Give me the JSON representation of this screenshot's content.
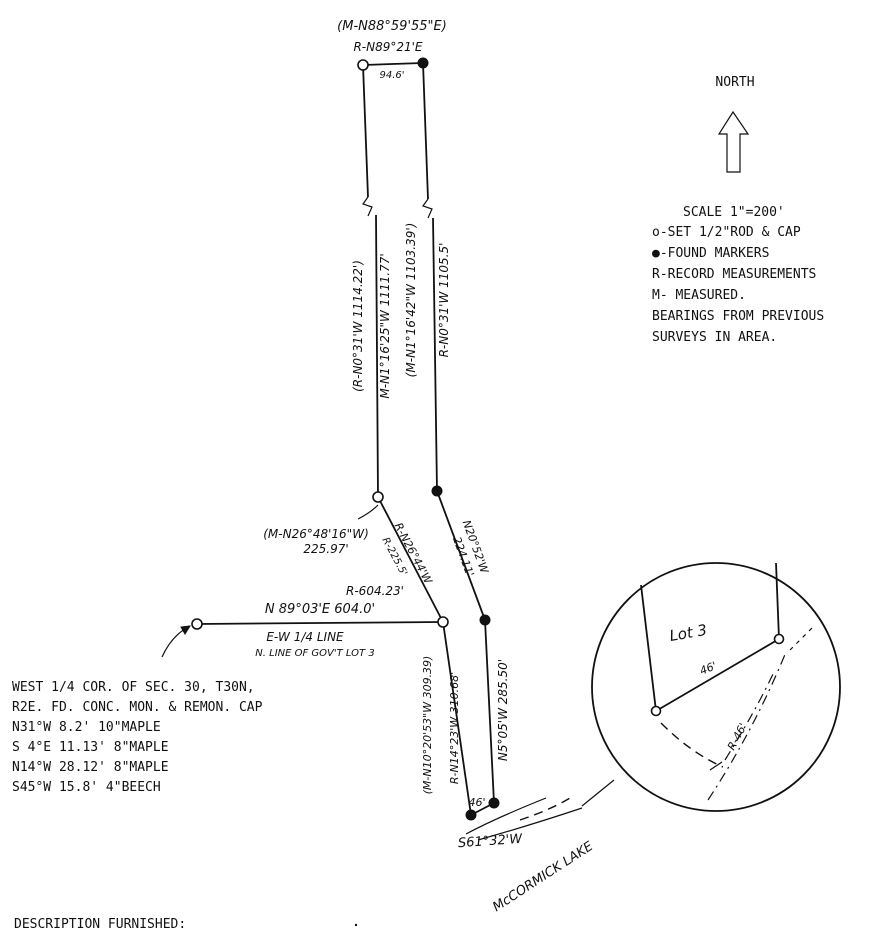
{
  "north": {
    "label": "NORTH",
    "icon": "north-arrow-icon"
  },
  "legend": {
    "scale": "SCALE 1\"=200'",
    "items": [
      "o-SET 1/2\"ROD & CAP",
      "●-FOUND MARKERS",
      "R-RECORD MEASUREMENTS",
      "M- MEASURED.",
      "BEARINGS FROM PREVIOUS",
      "SURVEYS IN AREA."
    ]
  },
  "top": {
    "measured": "(M-N88°59'55\"E)",
    "record": "R-N89°21'E",
    "distance": "94.6'"
  },
  "west_line": {
    "left_paren": "(R-N0°31'W  1114.22')",
    "left_m": "M-N1°16'25\"W  1111.77'",
    "right_paren": "(M-N1°16'42\"W  1103.39')",
    "right_r": "R-N0°31'W  1105.5'"
  },
  "diagonal": {
    "measured": "(M-N26°48'16\"W)",
    "measured_dist": "225.97'",
    "record": "R-N26°44'W",
    "record_dist": "R-225.5'",
    "right": "N20°52'W",
    "right_dist": "224.11'"
  },
  "quarter_line": {
    "record": "R-604.23'",
    "bearing": "N 89°03'E  604.0'",
    "name": "E-W 1/4 LINE",
    "name2": "N. LINE OF GOV'T LOT 3"
  },
  "south": {
    "left_m": "(M-N10°20'53\"W  309.39)",
    "left_r": "R-N14°23'W  310.68'",
    "right": "N5°05'W  285.50'",
    "lake_width": "46'",
    "lake_bearing": "S61°32'W"
  },
  "corner_note": [
    "WEST 1/4 COR. OF SEC. 30, T30N,",
    "R2E. FD. CONC. MON. & REMON. CAP",
    "N31°W 8.2' 10\"MAPLE",
    "S 4°E 11.13' 8\"MAPLE",
    "N14°W 28.12' 8\"MAPLE",
    "S45°W 15.8' 4\"BEECH"
  ],
  "lake": "McCORMICK LAKE",
  "detail": {
    "lot": "Lot 3",
    "width": "46'",
    "radius": "R-46'"
  },
  "footer": "DESCRIPTION FURNISHED:"
}
